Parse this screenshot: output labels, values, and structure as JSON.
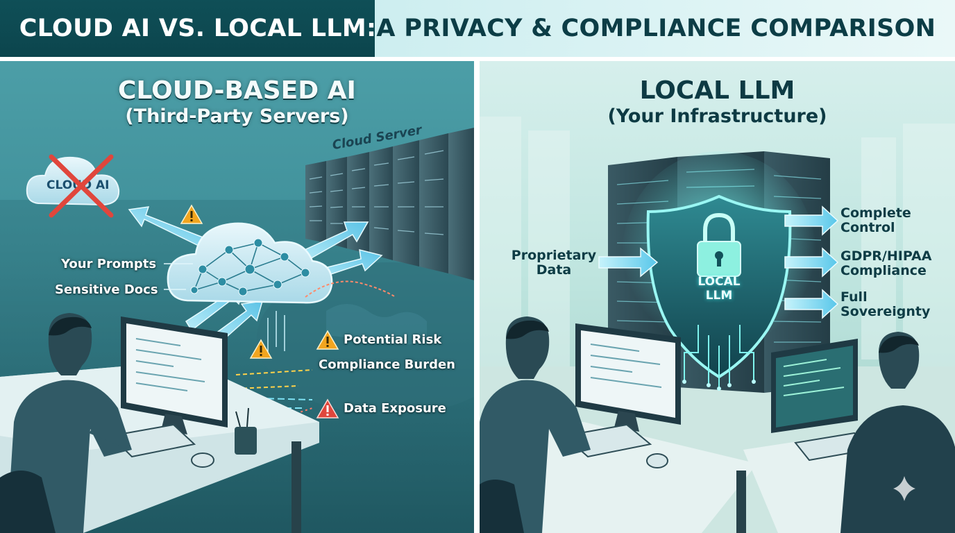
{
  "title": {
    "part1": "CLOUD AI VS. LOCAL LLM:",
    "part2": " A PRIVACY & COMPLIANCE COMPARISON"
  },
  "left_panel": {
    "title": "CLOUD-BASED AI",
    "subtitle": "(Third-Party Servers)",
    "cloud_label": "CLOUD AI",
    "server_label": "Cloud Server",
    "inputs": [
      "Your Prompts",
      "Sensitive Docs"
    ],
    "risks": [
      "Potential Risk",
      "Compliance Burden",
      "Data Exposure"
    ]
  },
  "right_panel": {
    "title": "LOCAL LLM",
    "subtitle": "(Your Infrastructure)",
    "input_label": [
      "Proprietary",
      "Data"
    ],
    "shield_label": [
      "LOCAL",
      "LLM"
    ],
    "benefits": [
      [
        "Complete",
        "Control"
      ],
      [
        "GDPR/HIPAA",
        "Compliance"
      ],
      [
        "Full",
        "Sovereignty"
      ]
    ]
  },
  "colors": {
    "title_dark": "#0f4f57",
    "title_light": "#e0f5f6",
    "left_panel": "#3f8f99",
    "right_panel": "#bfe5df",
    "warning": "#f2a51f",
    "danger": "#e0463c",
    "arrow": "#7fd6f0",
    "shield_glow": "#41e6e6"
  },
  "icons": [
    "warning-icon",
    "danger-icon",
    "cross-icon",
    "padlock-icon",
    "shield-icon",
    "sparkle-icon"
  ]
}
